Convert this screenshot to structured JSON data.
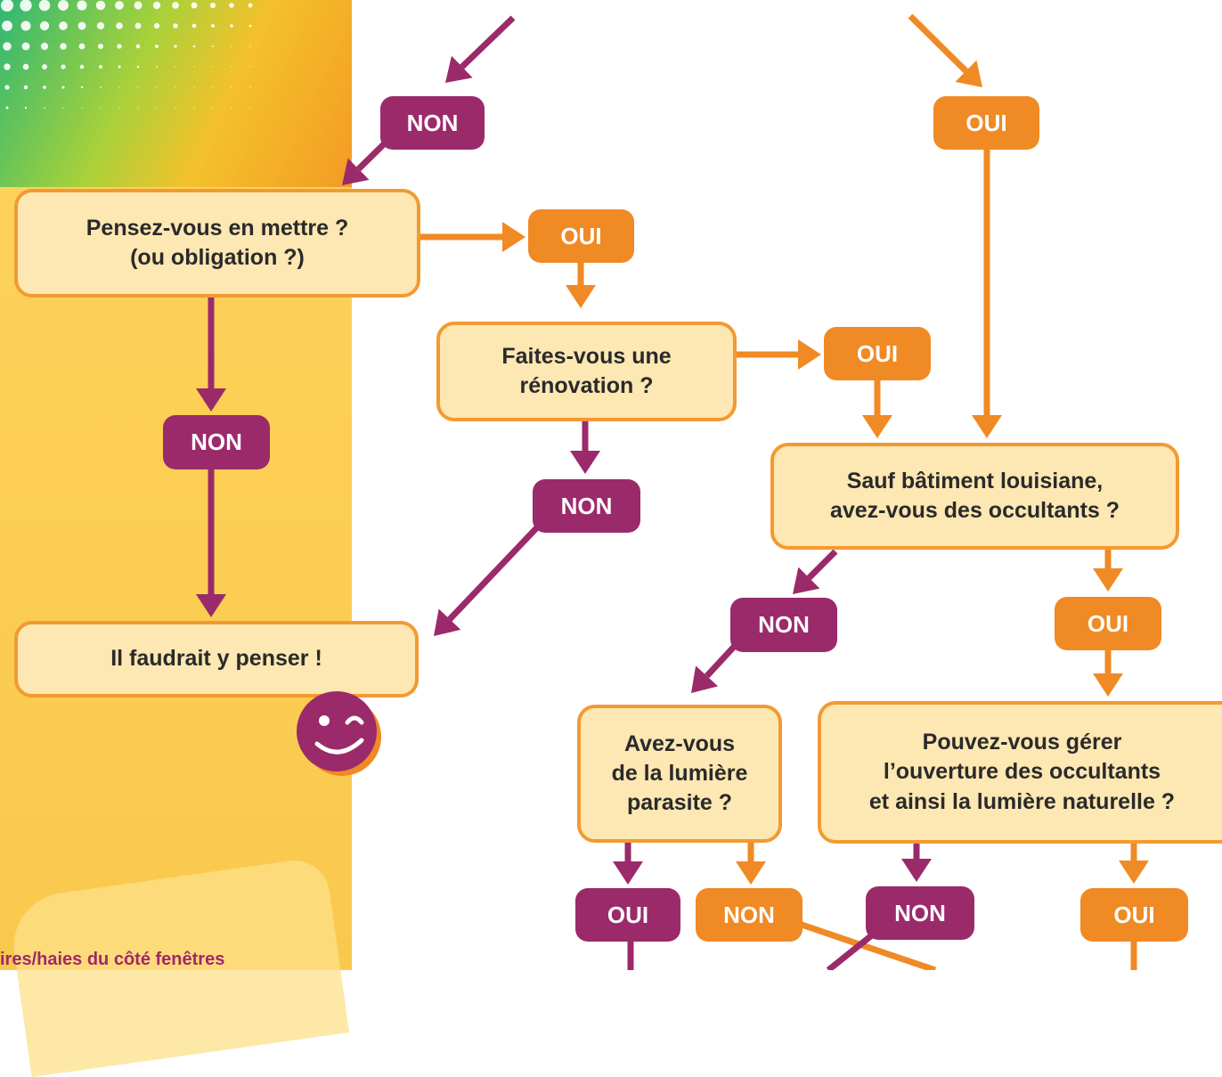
{
  "colors": {
    "oui": "#f08a24",
    "non": "#9b2a6b",
    "box_fill": "#fde7b2",
    "box_border": "#f29a32",
    "panel": "#fcd25a"
  },
  "boxes": {
    "pensez": "Pensez-vous en mettre ?\n(ou obligation ?)",
    "faites": "Faites-vous une\nrénovation ?",
    "faudrait": "Il faudrait y penser !",
    "sauf": "Sauf bâtiment louisiane,\navez-vous des occultants ?",
    "avez": "Avez-vous\nde la lumière\nparasite ?",
    "pouvez": "Pouvez-vous gérer\nl’ouverture des occultants\net ainsi la lumière naturelle ?"
  },
  "labels": {
    "oui": "OUI",
    "non": "NON"
  },
  "footer": "ires/haies du côté fenêtres",
  "icons": {
    "smiley": "winking-smiley-icon",
    "dots": "halftone-dots"
  }
}
